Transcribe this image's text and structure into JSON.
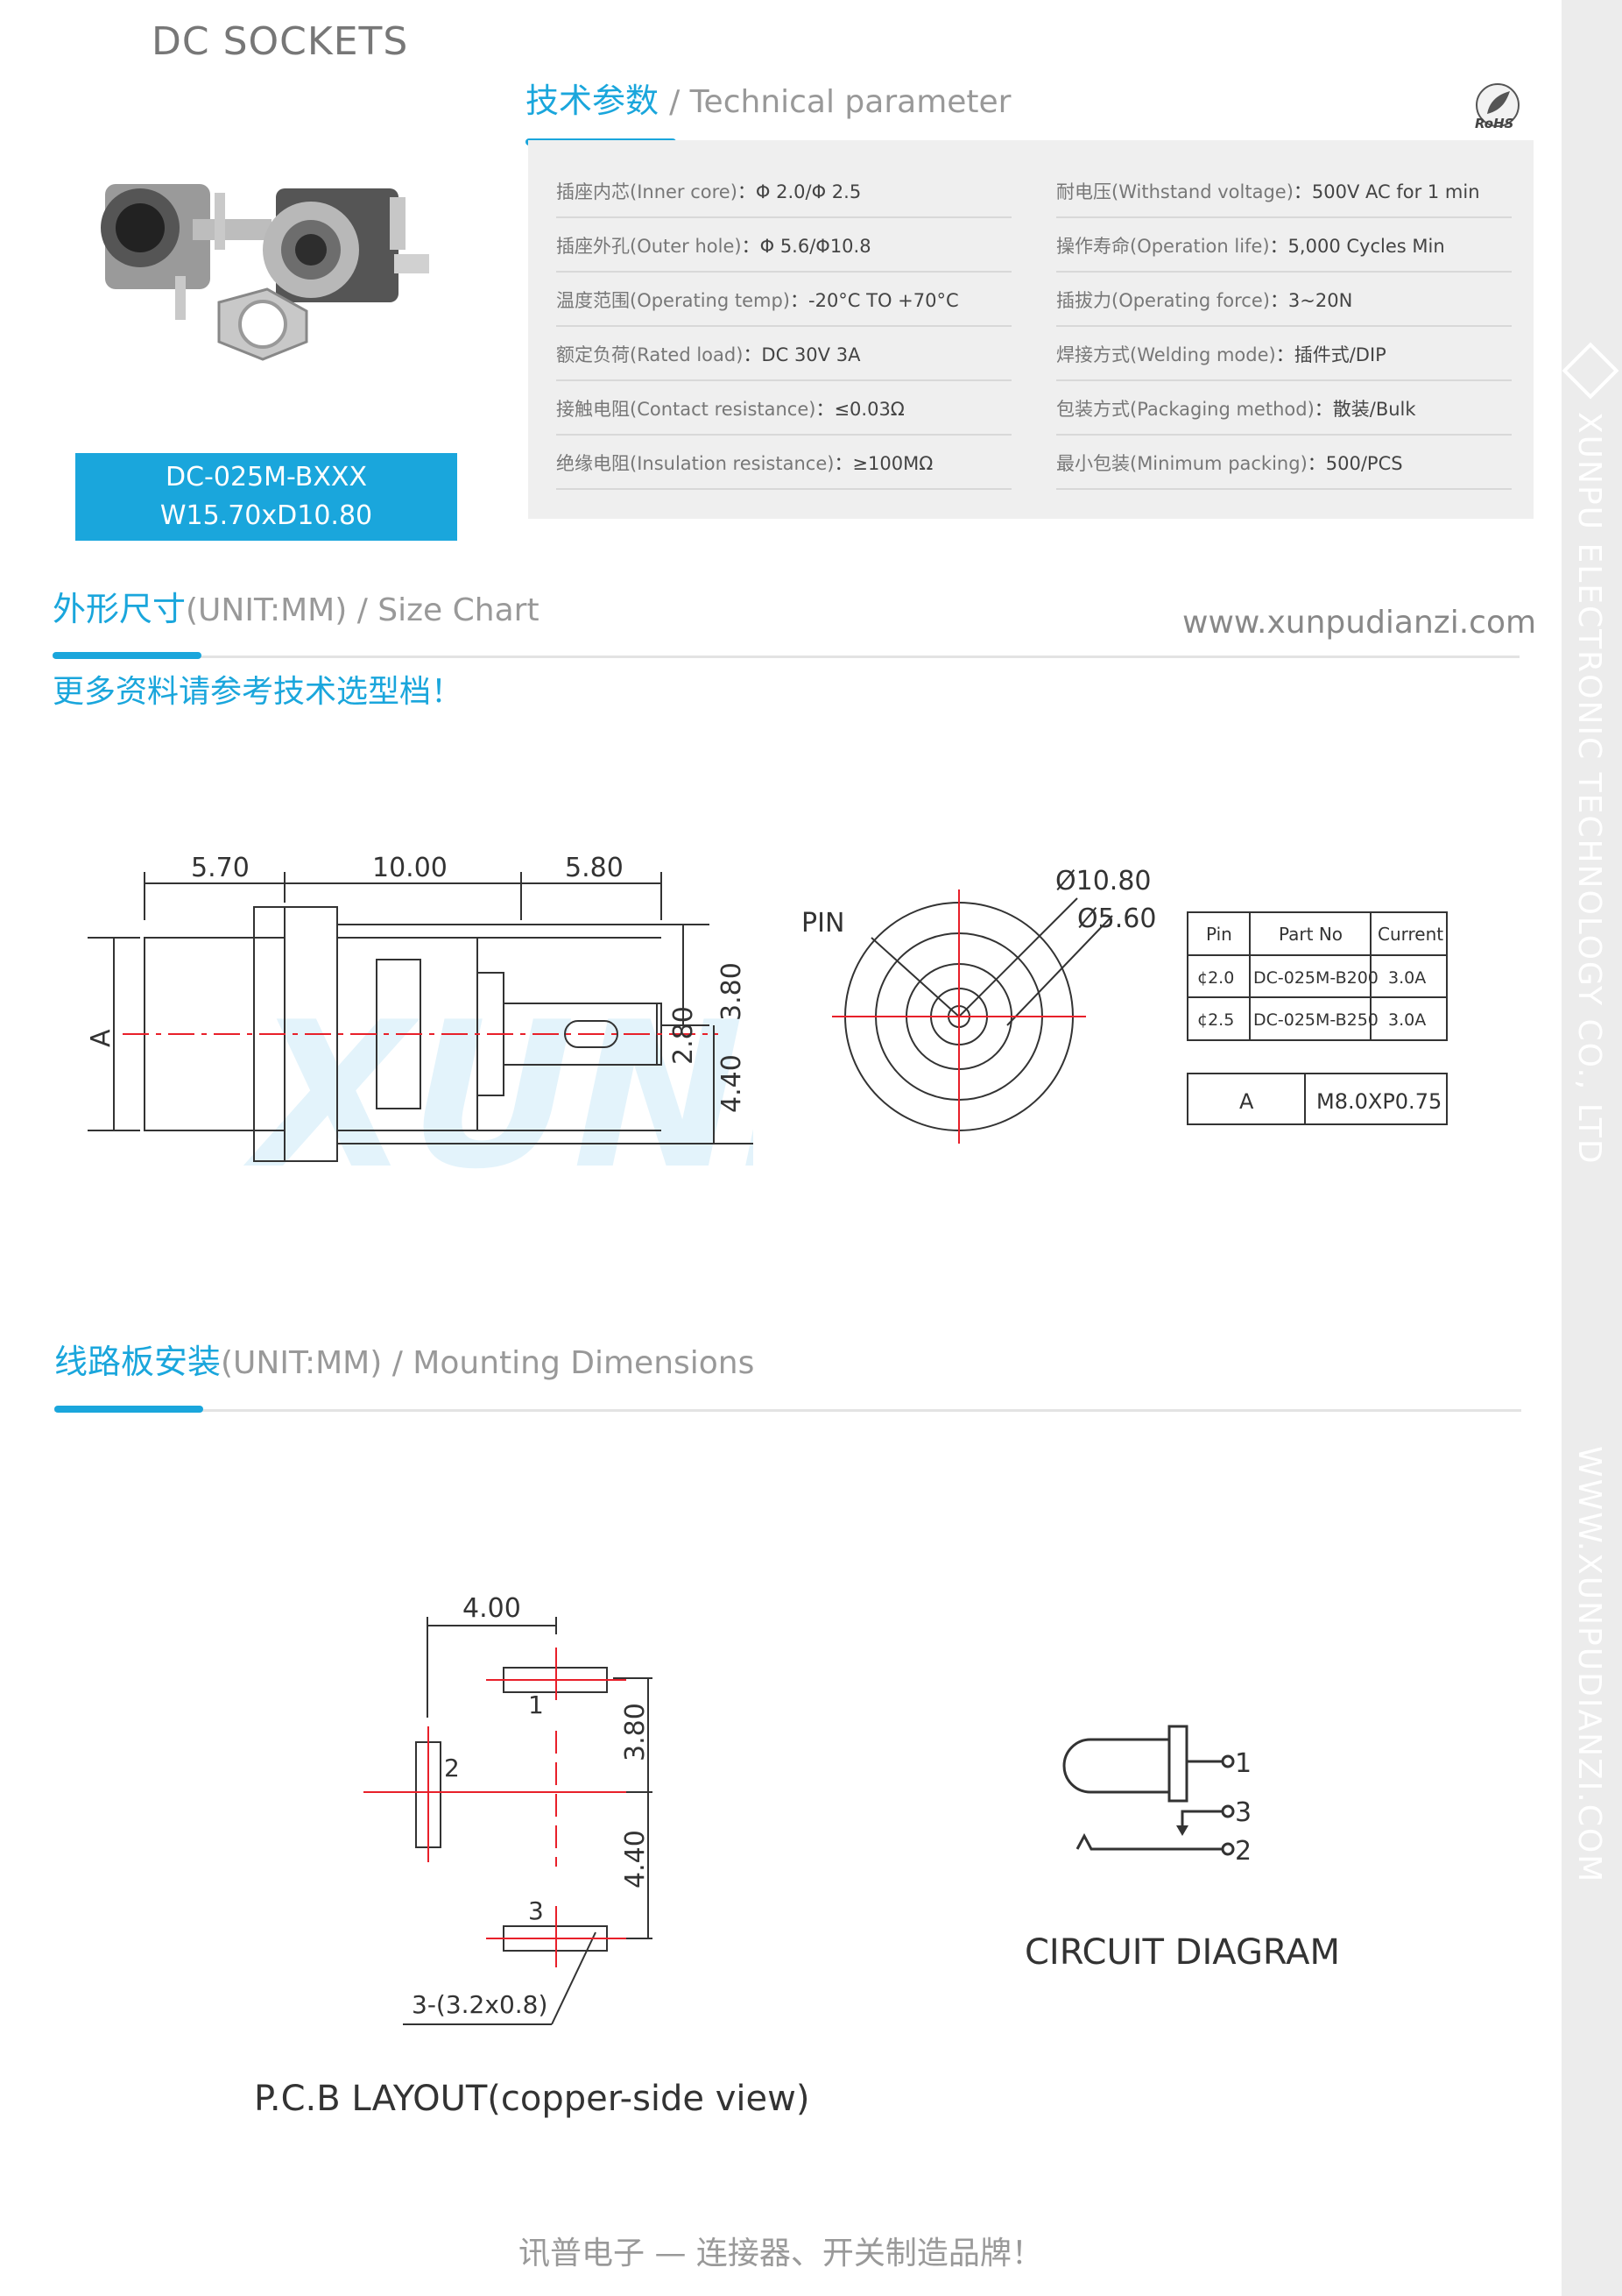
{
  "header": {
    "title": "DC SOCKETS"
  },
  "tech": {
    "title_cn": "技术参数",
    "title_en": "/ Technical parameter",
    "rohs": "RoHS"
  },
  "params_left": [
    {
      "key": "插座内芯(Inner core)",
      "val": "：Φ 2.0/Φ 2.5"
    },
    {
      "key": "插座外孔(Outer hole)",
      "val": "：Φ 5.6/Φ10.8"
    },
    {
      "key": "温度范围(Operating temp)",
      "val": "：-20°C TO +70°C"
    },
    {
      "key": "额定负荷(Rated load)",
      "val": "：DC 30V 3A"
    },
    {
      "key": "接触电阻(Contact resistance)",
      "val": "：≤0.03Ω"
    },
    {
      "key": "绝缘电阻(Insulation resistance)",
      "val": "：≥100MΩ"
    }
  ],
  "params_right": [
    {
      "key": "耐电压(Withstand voltage)",
      "val": "：500V AC for 1 min"
    },
    {
      "key": "操作寿命(Operation life)",
      "val": "：5,000 Cycles Min"
    },
    {
      "key": "插拔力(Operating force)",
      "val": "：3~20N"
    },
    {
      "key": "焊接方式(Welding mode)",
      "val": "：插件式/DIP"
    },
    {
      "key": "包装方式(Packaging method)",
      "val": "：散装/Bulk"
    },
    {
      "key": "最小包装(Minimum packing)",
      "val": "：500/PCS"
    }
  ],
  "model": {
    "line1": "DC-025M-BXXX",
    "line2": "W15.70xD10.80"
  },
  "size_chart": {
    "title_cn": "外形尺寸",
    "title_en": "(UNIT:MM) / Size Chart",
    "website": "www.xunpudianzi.com",
    "note": "更多资料请参考技术选型档！"
  },
  "drawing": {
    "dims_top": [
      "5.70",
      "10.00",
      "5.80"
    ],
    "dim_a": "A",
    "dims_right": [
      "3.80",
      "2.80",
      "4.40"
    ],
    "front": {
      "pin": "PIN",
      "outer": "Ø10.80",
      "inner": "Ø5.60"
    },
    "watermark": "XUNPU"
  },
  "pin_table": {
    "headers": [
      "Pin",
      "Part No",
      "Current"
    ],
    "rows": [
      [
        "¢2.0",
        "DC-025M-B200",
        "3.0A"
      ],
      [
        "¢2.5",
        "DC-025M-B250",
        "3.0A"
      ]
    ],
    "thread": [
      "A",
      "M8.0XP0.75"
    ]
  },
  "mounting": {
    "title_cn": "线路板安装",
    "title_en": "(UNIT:MM) / Mounting Dimensions"
  },
  "pcb": {
    "dim_width": "4.00",
    "dims_right": [
      "3.80",
      "4.40"
    ],
    "pins": [
      "1",
      "2",
      "3"
    ],
    "pad_note": "3-(3.2x0.8)",
    "caption": "P.C.B LAYOUT(copper-side view)"
  },
  "circuit": {
    "pins": [
      "1",
      "3",
      "2"
    ],
    "caption": "CIRCUIT DIAGRAM"
  },
  "side": {
    "company": "XUNPU ELECTRONIC TECHNOLOGY CO., LTD",
    "web": "WWW.XUNPUDIANZI.COM"
  },
  "footer": "讯普电子 — 连接器、开关制造品牌！",
  "colors": {
    "accent": "#1aa6dc",
    "dim_red": "#e8202a"
  }
}
